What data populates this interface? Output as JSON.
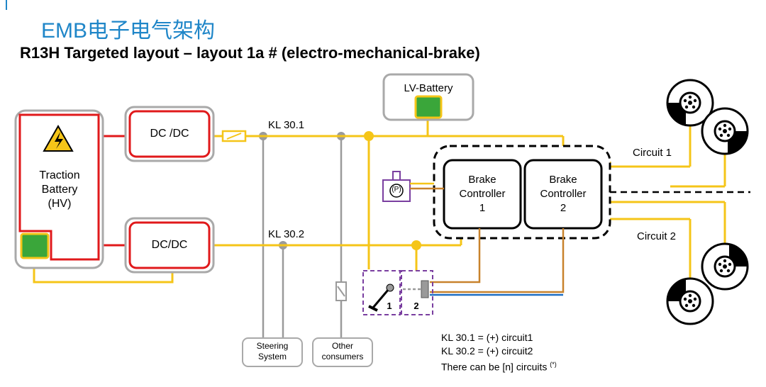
{
  "header": {
    "title_cn": "EMB电子电气架构",
    "title_en": "R13H Targeted layout – layout 1a # (electro-mechanical-brake)"
  },
  "components": {
    "lv_battery": "LV-Battery",
    "dcdc_top": "DC /DC",
    "dcdc_bottom": "DC/DC",
    "traction_battery": [
      "Traction",
      "Battery",
      "(HV)"
    ],
    "brake_controller_1": [
      "Brake",
      "Controller",
      "1"
    ],
    "brake_controller_2": [
      "Brake",
      "Controller",
      "2"
    ],
    "steering_system": [
      "Steering",
      "System"
    ],
    "other_consumers": [
      "Other",
      "consumers"
    ],
    "parking_brake_symbol": "(P)",
    "pedal_sensor_1": "1",
    "pedal_sensor_2": "2"
  },
  "labels": {
    "kl301": "KL 30.1",
    "kl302": "KL 30.2",
    "circuit1": "Circuit 1",
    "circuit2": "Circuit 2"
  },
  "notes": {
    "line1": "KL 30.1 = (+) circuit1",
    "line2": "KL 30.2 = (+) circuit2",
    "line3": "There can be [n] circuits",
    "footnote": "(*)"
  },
  "colors": {
    "title_blue": "#1f86c8",
    "power_line": "#f5c518",
    "hv_line": "#e0191b",
    "signal_orange": "#c8822c",
    "signal_blue": "#1f6fc4",
    "ground_gray": "#9a9a9a",
    "battery_green": "#3aa63a",
    "sensor_purple": "#7a3fa0"
  }
}
